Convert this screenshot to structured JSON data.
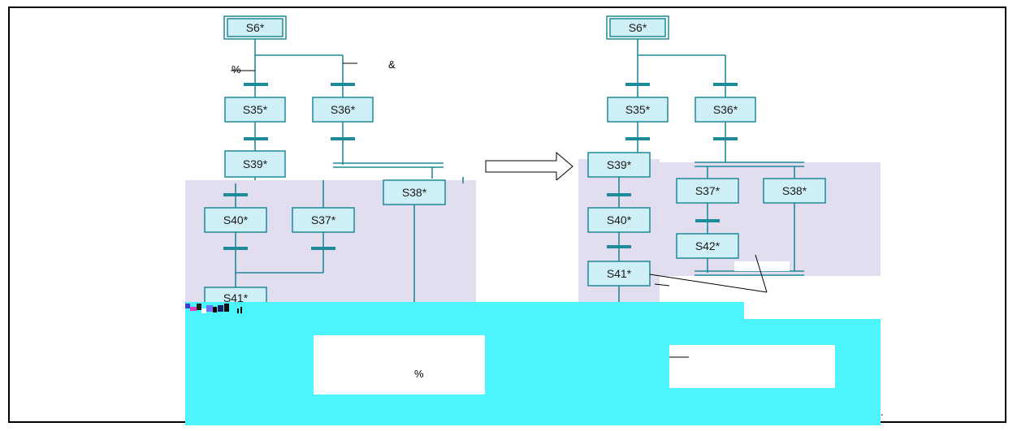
{
  "left_diagram": {
    "steps": {
      "s6": "S6*",
      "s35": "S35*",
      "s36": "S36*",
      "s39": "S39*",
      "s38": "S38*",
      "s40": "S40*",
      "s37": "S37*",
      "s41": "S41*"
    },
    "marks": {
      "percent": "%",
      "ampersand": "&"
    }
  },
  "right_diagram": {
    "steps": {
      "s6": "S6*",
      "s35": "S35*",
      "s36": "S36*",
      "s39": "S39*",
      "s37": "S37*",
      "s38": "S38*",
      "s40": "S40*",
      "s42": "S42*",
      "s41": "S41*"
    }
  },
  "overlay": {
    "percent_label": "%",
    "dot_label": "."
  }
}
